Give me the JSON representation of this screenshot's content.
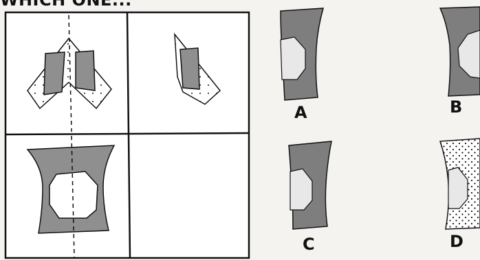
{
  "header": {
    "title": "WHICH ONE..."
  },
  "options": [
    {
      "label": "A",
      "shading": "grey"
    },
    {
      "label": "B",
      "shading": "grey"
    },
    {
      "label": "C",
      "shading": "grey"
    },
    {
      "label": "D",
      "shading": "dotted"
    }
  ],
  "colors": {
    "fill": "#8f8f8f",
    "ink": "#111111",
    "paper": "#ffffff",
    "background": "#f4f3ef"
  }
}
